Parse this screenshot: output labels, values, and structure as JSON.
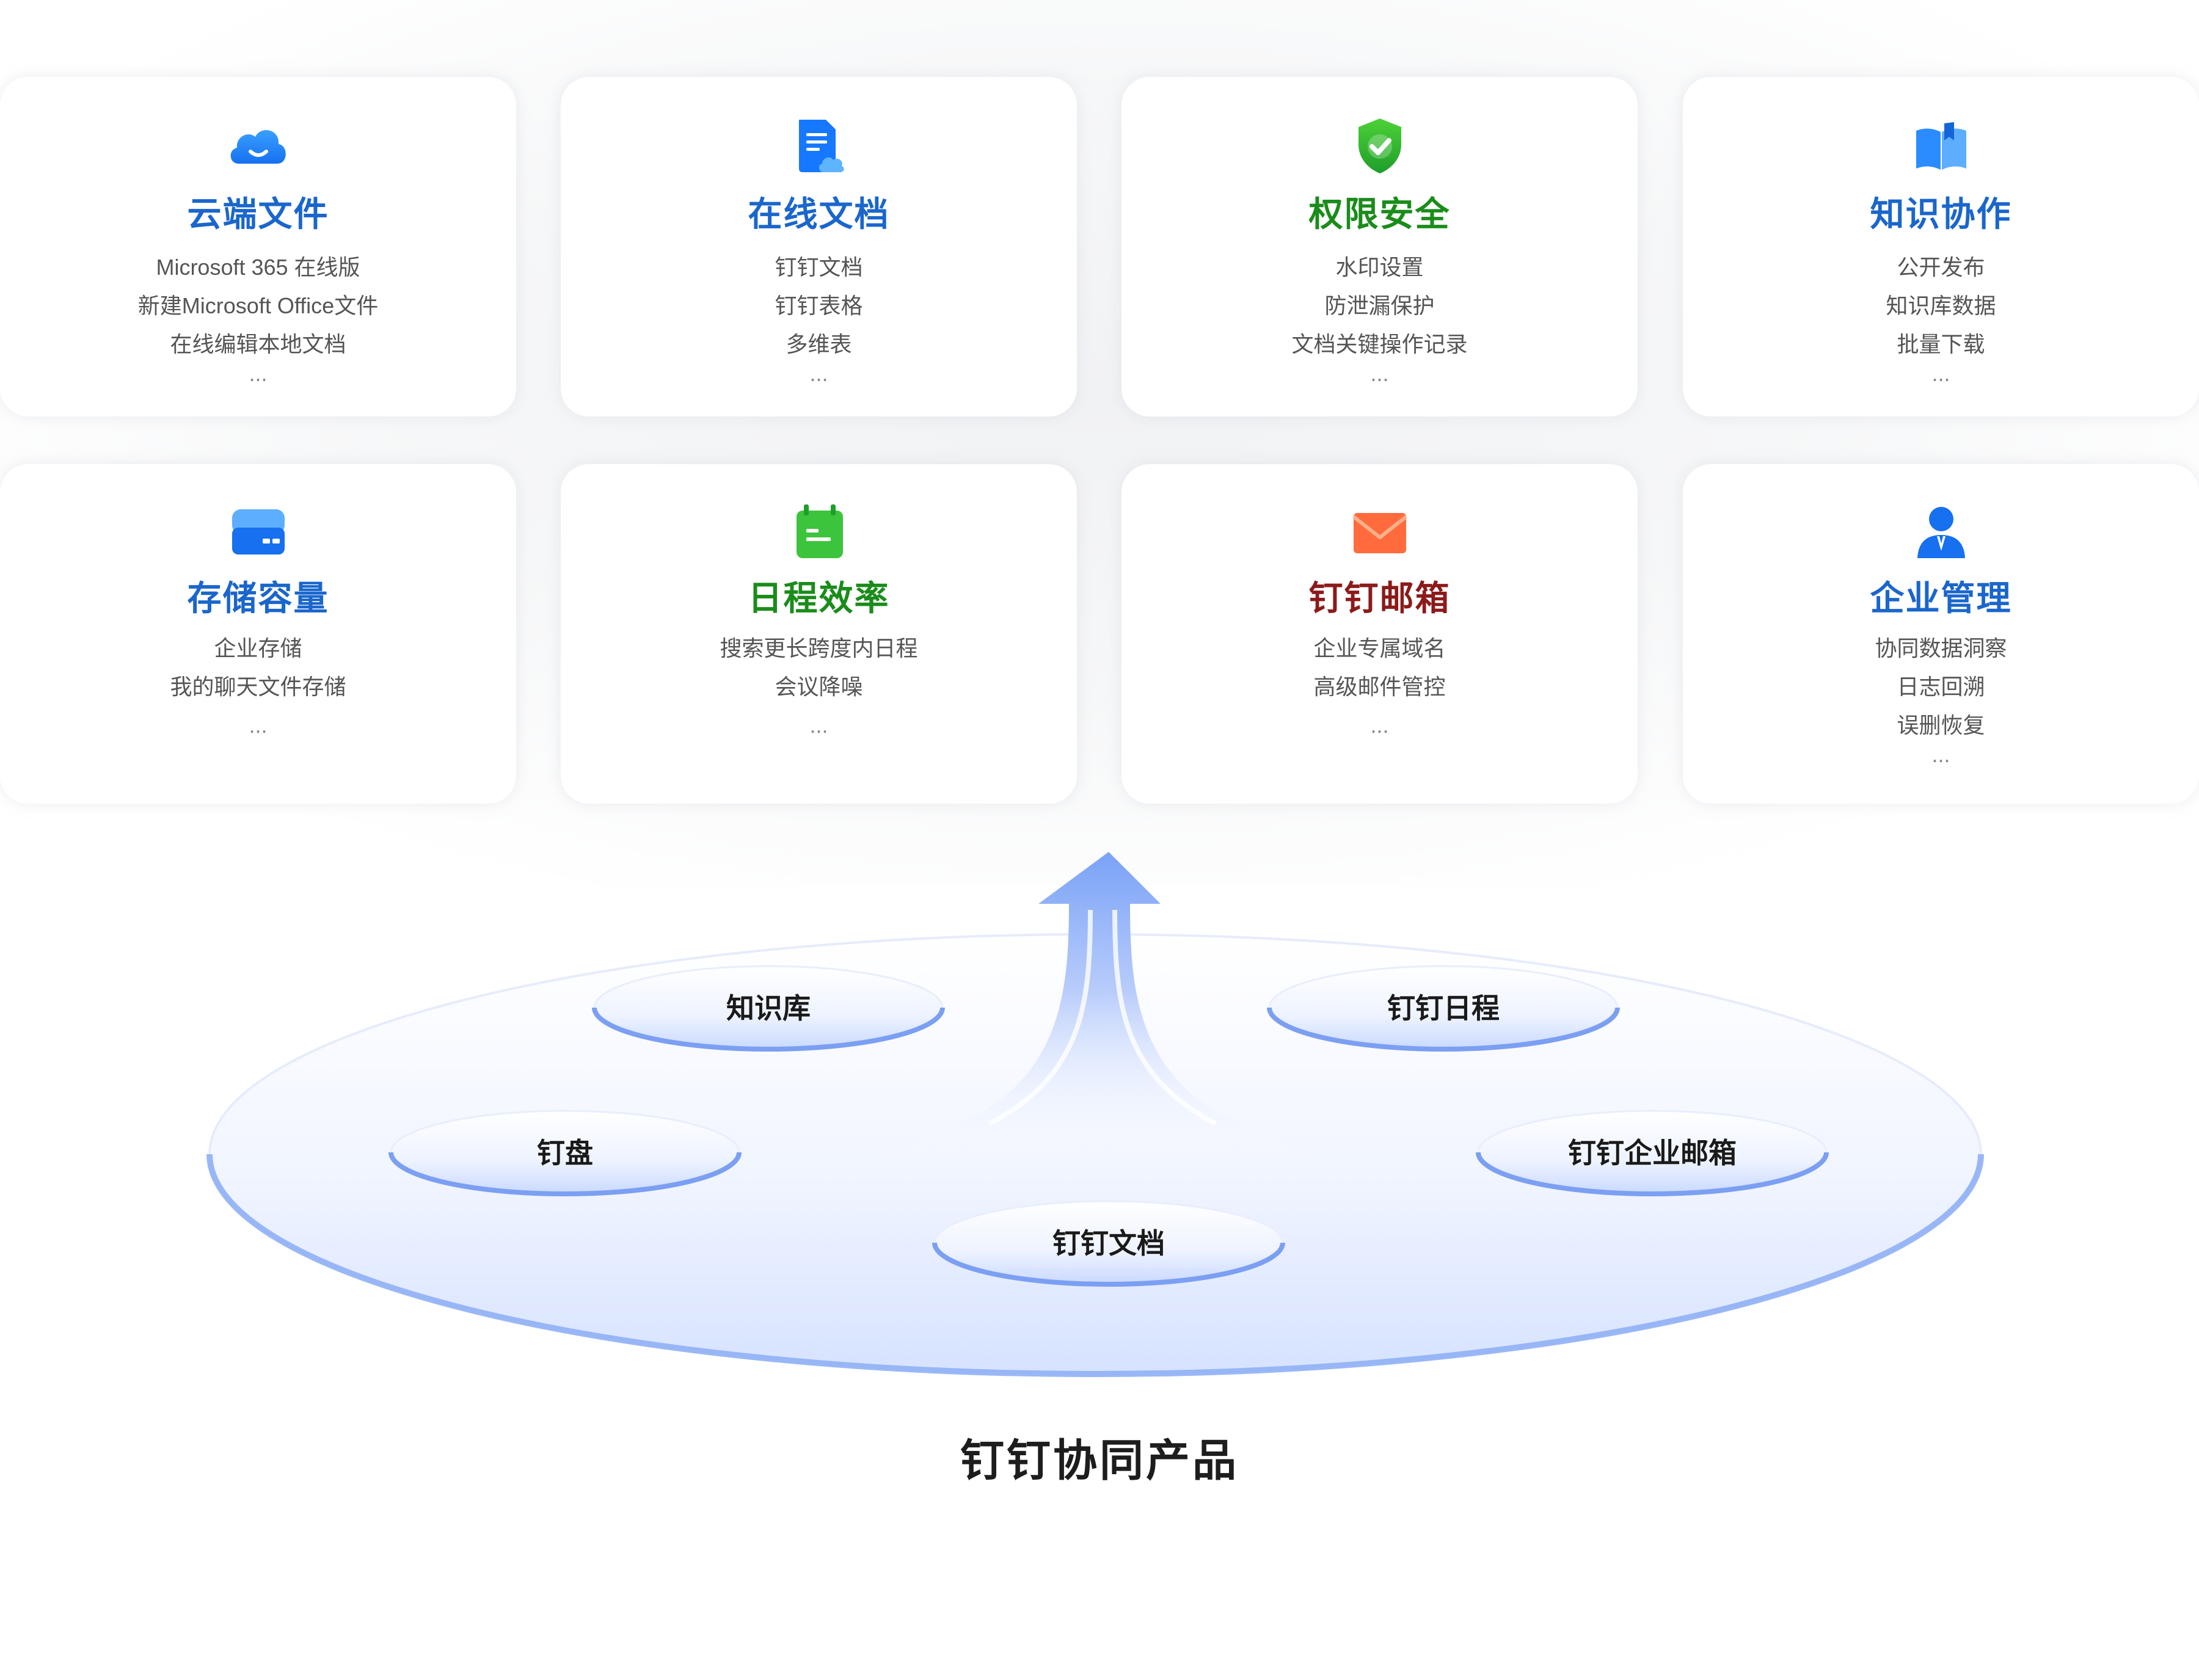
{
  "title": "钉钉协同产品",
  "cards": [
    {
      "title": "云端文件",
      "color": "#1a66cc",
      "icon": "cloud-icon",
      "items": [
        "Microsoft 365 在线版",
        "新建Microsoft Office文件",
        "在线编辑本地文档",
        "..."
      ]
    },
    {
      "title": "在线文档",
      "color": "#1a66cc",
      "icon": "document-cloud-icon",
      "items": [
        "钉钉文档",
        "钉钉表格",
        "多维表",
        "..."
      ]
    },
    {
      "title": "权限安全",
      "color": "#1a8c1a",
      "icon": "shield-check-icon",
      "items": [
        "水印设置",
        "防泄漏保护",
        "文档关键操作记录",
        "..."
      ]
    },
    {
      "title": "知识协作",
      "color": "#1a66cc",
      "icon": "book-icon",
      "items": [
        "公开发布",
        "知识库数据",
        "批量下载",
        "..."
      ]
    },
    {
      "title": "存储容量",
      "color": "#1a66cc",
      "icon": "storage-drive-icon",
      "items": [
        "企业存储",
        "我的聊天文件存储",
        "..."
      ]
    },
    {
      "title": "日程效率",
      "color": "#1a8c1a",
      "icon": "calendar-icon",
      "items": [
        "搜索更长跨度内日程",
        "会议降噪",
        "..."
      ]
    },
    {
      "title": "钉钉邮箱",
      "color": "#8c1a1a",
      "icon": "mail-envelope-icon",
      "items": [
        "企业专属域名",
        "高级邮件管控",
        "..."
      ]
    },
    {
      "title": "企业管理",
      "color": "#1a66cc",
      "icon": "admin-user-icon",
      "items": [
        "协同数据洞察",
        "日志回溯",
        "误删恢复",
        "..."
      ]
    }
  ],
  "products": [
    {
      "label": "知识库"
    },
    {
      "label": "钉钉日程"
    },
    {
      "label": "钉盘"
    },
    {
      "label": "钉钉企业邮箱"
    },
    {
      "label": "钉钉文档"
    }
  ]
}
